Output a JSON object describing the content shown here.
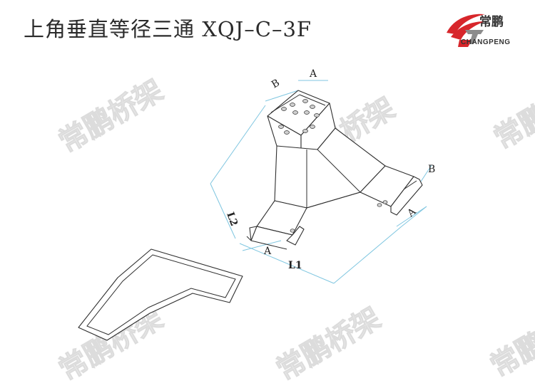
{
  "title": "上角垂直等径三通   XQJ–C–3F",
  "logo": {
    "cn": "常鹏",
    "en": "CHANGPENG",
    "colors": {
      "red": "#d7262b",
      "gray": "#8c8c8c"
    }
  },
  "watermark": "常鹏桥架",
  "dimensions": {
    "a_top": "A",
    "b_top": "B",
    "b_right": "B",
    "a_right": "A",
    "a_left": "A",
    "l1": "L1",
    "l2": "L2"
  },
  "colors": {
    "dimension_line": "#7fc6e0",
    "outline": "#2f2f2f",
    "watermark": "#ececec"
  }
}
